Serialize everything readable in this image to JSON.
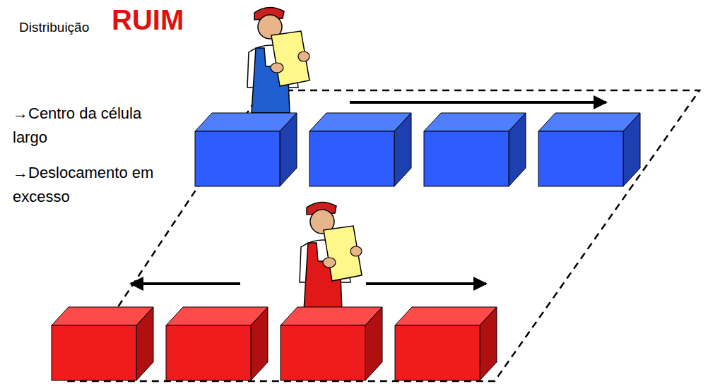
{
  "diagram": {
    "title": "Distribuição",
    "labels": [
      "RUIM",
      "→Centro da célula largo",
      "→Deslocamento em excesso"
    ]
  }
}
